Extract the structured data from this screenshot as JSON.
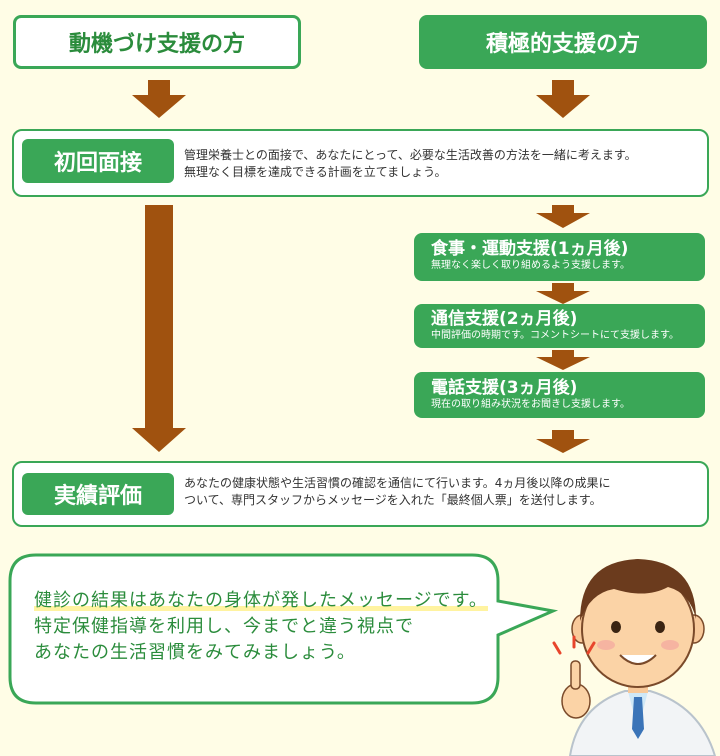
{
  "headers": {
    "left": "動機づけ支援の方",
    "right": "積極的支援の方"
  },
  "steps": {
    "initial": {
      "label": "初回面接",
      "desc_line1": "管理栄養士との面接で、あなたにとって、必要な生活改善の方法を一緒に考えます。",
      "desc_line2": "無理なく目標を達成できる計画を立てましょう。"
    },
    "active_support": [
      {
        "title": "食事・運動支援(1ヵ月後)",
        "desc": "無理なく楽しく取り組めるよう支援します。"
      },
      {
        "title": "通信支援(2ヵ月後)",
        "desc": "中間評価の時期です。コメントシートにて支援します。"
      },
      {
        "title": "電話支援(3ヵ月後)",
        "desc": "現在の取り組み状況をお聞きし支援します。"
      }
    ],
    "evaluation": {
      "label": "実績評価",
      "desc_line1": "あなたの健康状態や生活習慣の確認を通信にて行います。4ヵ月後以降の成果に",
      "desc_line2": "ついて、専門スタッフからメッセージを入れた「最終個人票」を送付します。"
    }
  },
  "bubble": {
    "line1": "健診の結果はあなたの身体が発したメッセージです。",
    "line2": "特定保健指導を利用し、今までと違う視点で",
    "line3": "あなたの生活習慣をみてみましょう。"
  },
  "colors": {
    "accent_green": "#3aa757",
    "arrow_brown": "#a0520f",
    "background": "#fffde6"
  }
}
